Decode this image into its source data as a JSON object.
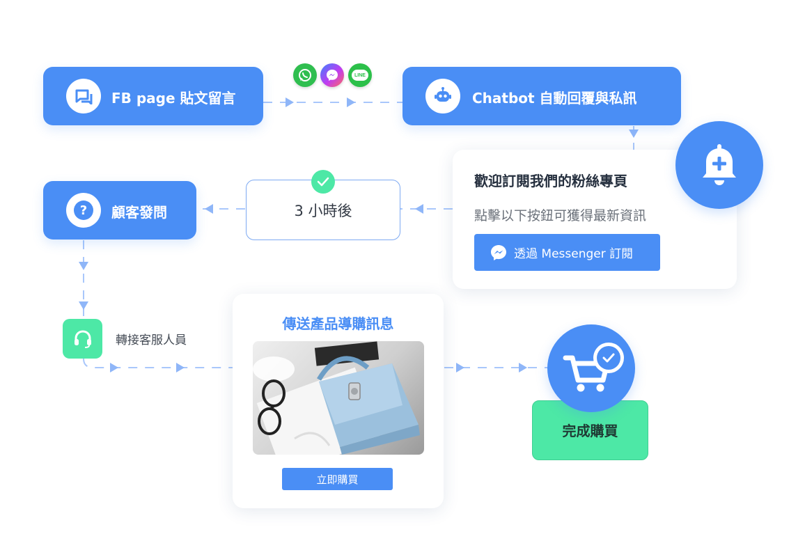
{
  "nodes": {
    "fb_comment": "FB page 貼文留言",
    "chatbot": "Chatbot 自動回覆與私訊",
    "customer_question": "顧客發問",
    "wait_timer": "3 小時後",
    "transfer_agent": "轉接客服人員",
    "complete_purchase": "完成購買"
  },
  "subscribe_card": {
    "title": "歡迎訂閱我們的粉絲專頁",
    "subtitle": "點擊以下按鈕可獲得最新資訊",
    "button_label": "透過 Messenger 訂閱"
  },
  "product_card": {
    "title": "傳送產品導購訊息",
    "button_label": "立即購買"
  },
  "social_icons": [
    "whatsapp-icon",
    "messenger-icon",
    "line-icon"
  ],
  "social_line_text": "LINE",
  "colors": {
    "primary_blue": "#4a8ef5",
    "green": "#4de8a6",
    "dashed_line": "#a9c7fb"
  }
}
